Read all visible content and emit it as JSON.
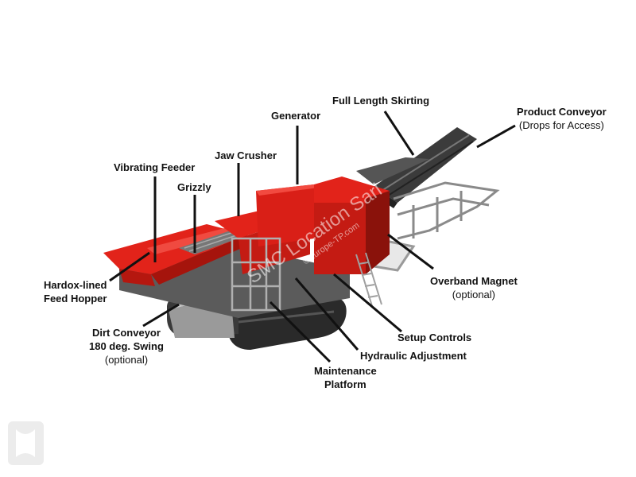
{
  "labels": {
    "full_length_skirting": "Full Length Skirting",
    "product_conveyor": "Product Conveyor",
    "product_conveyor_note": "(Drops for Access)",
    "generator": "Generator",
    "jaw_crusher": "Jaw Crusher",
    "vibrating_feeder": "Vibrating Feeder",
    "grizzly": "Grizzly",
    "hardox_line1": "Hardox-lined",
    "hardox_line2": "Feed Hopper",
    "overband_magnet": "Overband Magnet",
    "overband_note": "(optional)",
    "dirt_conveyor_line1": "Dirt Conveyor",
    "dirt_conveyor_line2": "180 deg. Swing",
    "dirt_conveyor_note": "(optional)",
    "setup_controls": "Setup Controls",
    "hydraulic_adjustment": "Hydraulic Adjustment",
    "maintenance_line1": "Maintenance",
    "maintenance_line2": "Platform"
  },
  "watermark": {
    "line1": "SMC Location Sarl",
    "line2": "©Europe-TP.com"
  },
  "colors": {
    "machine_red": "#e2231a",
    "machine_dark_red": "#b5170f",
    "machine_grey": "#5b5b5b",
    "machine_dark": "#2a2a2a",
    "leader_line": "#111111"
  }
}
